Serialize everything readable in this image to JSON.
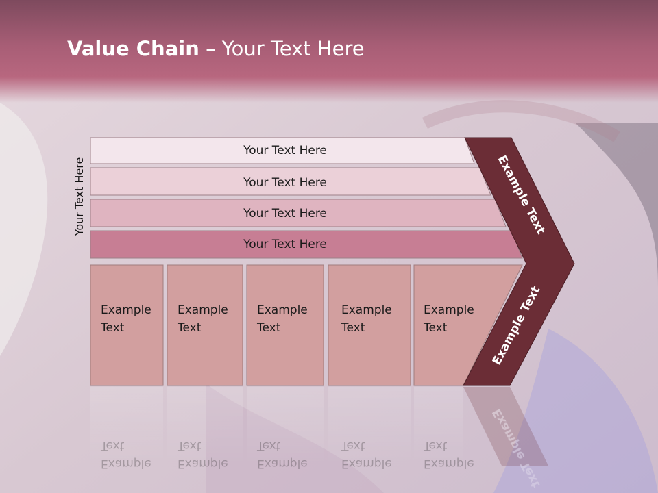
{
  "slide": {
    "title_bold": "Value Chain",
    "title_rest": " – Your Text Here",
    "side_label": "Your Text Here"
  },
  "bands": [
    {
      "label": "Your Text Here",
      "color": "#f3e6ec"
    },
    {
      "label": "Your Text Here",
      "color": "#ebd0d8"
    },
    {
      "label": "Your Text Here",
      "color": "#dfb4c0"
    },
    {
      "label": "Your Text Here",
      "color": "#c77e94"
    }
  ],
  "cells": [
    {
      "line1": "Example",
      "line2": "Text"
    },
    {
      "line1": "Example",
      "line2": "Text"
    },
    {
      "line1": "Example",
      "line2": "Text"
    },
    {
      "line1": "Example",
      "line2": "Text"
    },
    {
      "line1": "Example",
      "line2": "Text"
    }
  ],
  "arrow": {
    "upper_label": "Example Text",
    "lower_label": "Example Text",
    "color": "#6b2d36"
  },
  "colors": {
    "cell_fill": "#d29f9f",
    "header": "#b8677f"
  }
}
